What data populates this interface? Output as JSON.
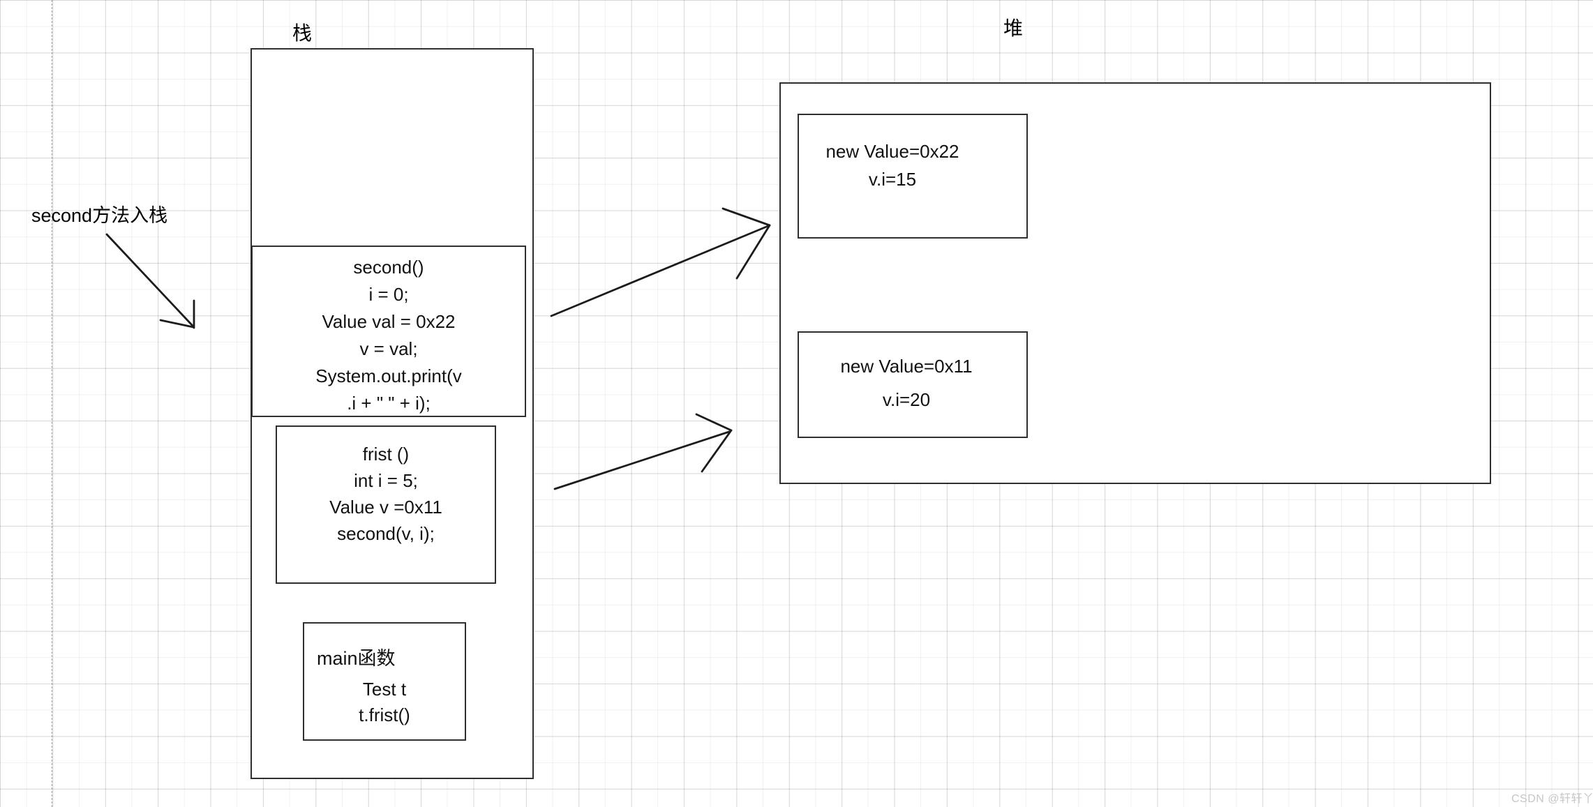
{
  "labels": {
    "stack_title": "栈",
    "heap_title": "堆",
    "annotation": "second方法入栈",
    "watermark": "CSDN @轩轩丫"
  },
  "stack": {
    "second_frame": {
      "lines": [
        "second()",
        "i = 0;",
        "Value val = 0x22",
        "v = val;",
        "System.out.print(v",
        ".i + \" \" + i);"
      ]
    },
    "frist_frame": {
      "lines": [
        "frist ()",
        "int i = 5;",
        "Value v =0x11",
        "second(v, i);"
      ]
    },
    "main_frame": {
      "title": "main函数",
      "lines": [
        "Test t",
        "t.frist()"
      ]
    }
  },
  "heap": {
    "object1": {
      "lines": [
        "new Value=0x22",
        "v.i=15"
      ]
    },
    "object2": {
      "lines": [
        "new Value=0x11",
        "v.i=20"
      ]
    }
  },
  "colors": {
    "stroke": "#2f2f2f",
    "grid_minor": "#efefef",
    "grid_major": "#e3e3e3",
    "watermark": "#c6c6c6"
  }
}
